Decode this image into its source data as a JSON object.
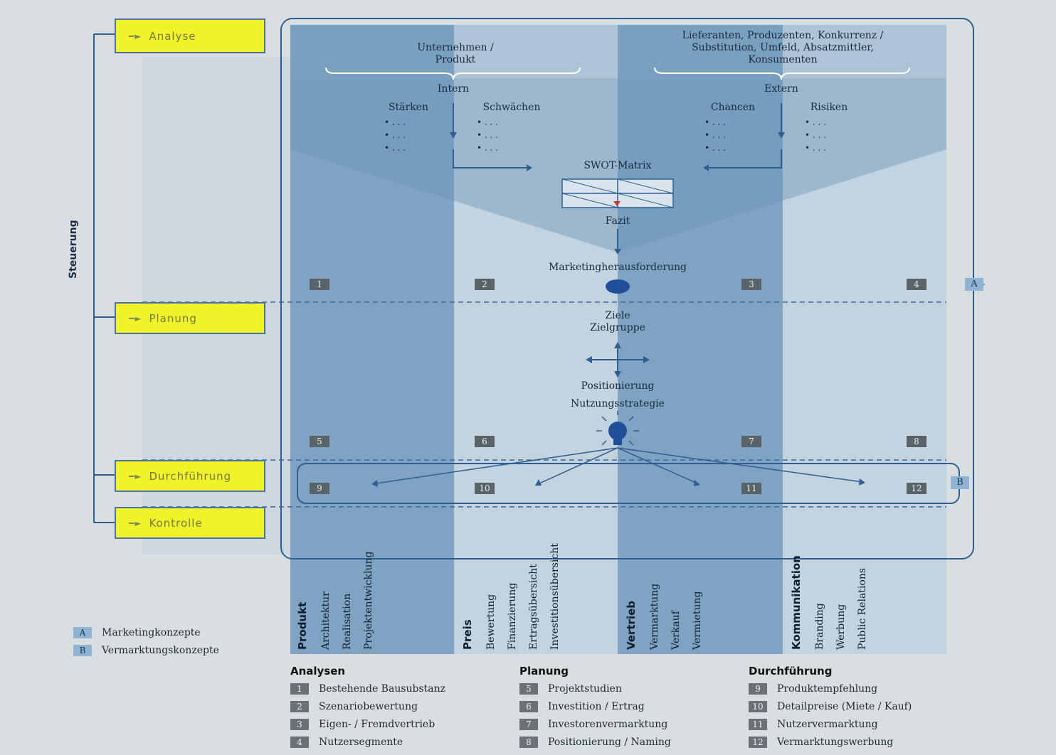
{
  "phases": {
    "analyse": "Analyse",
    "planung": "Planung",
    "durchfuehrung": "Durchführung",
    "kontrolle": "Kontrolle",
    "steuerung": "Steuerung"
  },
  "top": {
    "unternehmen": [
      "Unternehmen /",
      "Produkt"
    ],
    "extern_sources": [
      "Lieferanten, Produzenten, Konkurrenz /",
      "Substitution, Umfeld, Absatzmittler,",
      "Konsumenten"
    ],
    "intern": "Intern",
    "extern": "Extern",
    "staerken": "Stärken",
    "schwaechen": "Schwächen",
    "chancen": "Chancen",
    "risiken": "Risiken",
    "dots": "• . . .",
    "swot": "SWOT-Matrix",
    "fazit": "Fazit",
    "herausforderung": "Marketingherausforderung",
    "ziele": "Ziele",
    "zielgruppe": "Zielgruppe",
    "positionierung": "Positionierung",
    "nutzungsstrategie": "Nutzungsstrategie"
  },
  "numbers": [
    "1",
    "2",
    "3",
    "4",
    "5",
    "6",
    "7",
    "8",
    "9",
    "10",
    "11",
    "12"
  ],
  "tags": {
    "a": "A",
    "b": "B"
  },
  "columns": {
    "produkt": {
      "title": "Produkt",
      "items": [
        "Architektur",
        "Realisation",
        "Projektentwicklung"
      ]
    },
    "preis": {
      "title": "Preis",
      "items": [
        "Bewertung",
        "Finanzierung",
        "Ertragsübersicht",
        "Investitionsübersicht"
      ]
    },
    "vertrieb": {
      "title": "Vertrieb",
      "items": [
        "Vermarktung",
        "Verkauf",
        "Vermietung"
      ]
    },
    "kommunikation": {
      "title": "Kommunikation",
      "items": [
        "Branding",
        "Werbung",
        "Public Relations"
      ]
    }
  },
  "ab_legend": [
    {
      "tag": "A",
      "label": "Marketingkonzepte"
    },
    {
      "tag": "B",
      "label": "Vermarktungskonzepte"
    }
  ],
  "legend": {
    "analysen": {
      "title": "Analysen",
      "items": [
        {
          "n": "1",
          "label": "Bestehende Bausubstanz"
        },
        {
          "n": "2",
          "label": "Szenariobewertung"
        },
        {
          "n": "3",
          "label": "Eigen- / Fremdvertrieb"
        },
        {
          "n": "4",
          "label": "Nutzersegmente"
        }
      ]
    },
    "planung": {
      "title": "Planung",
      "items": [
        {
          "n": "5",
          "label": "Projektstudien"
        },
        {
          "n": "6",
          "label": "Investition / Ertrag"
        },
        {
          "n": "7",
          "label": "Investorenvermarktung"
        },
        {
          "n": "8",
          "label": "Positionierung / Naming"
        }
      ]
    },
    "durchfuehrung": {
      "title": "Durchführung",
      "items": [
        {
          "n": "9",
          "label": "Produktempfehlung"
        },
        {
          "n": "10",
          "label": "Detailpreise (Miete / Kauf)"
        },
        {
          "n": "11",
          "label": "Nutzervermarktung"
        },
        {
          "n": "12",
          "label": "Vermarktungswerbung"
        }
      ]
    }
  }
}
